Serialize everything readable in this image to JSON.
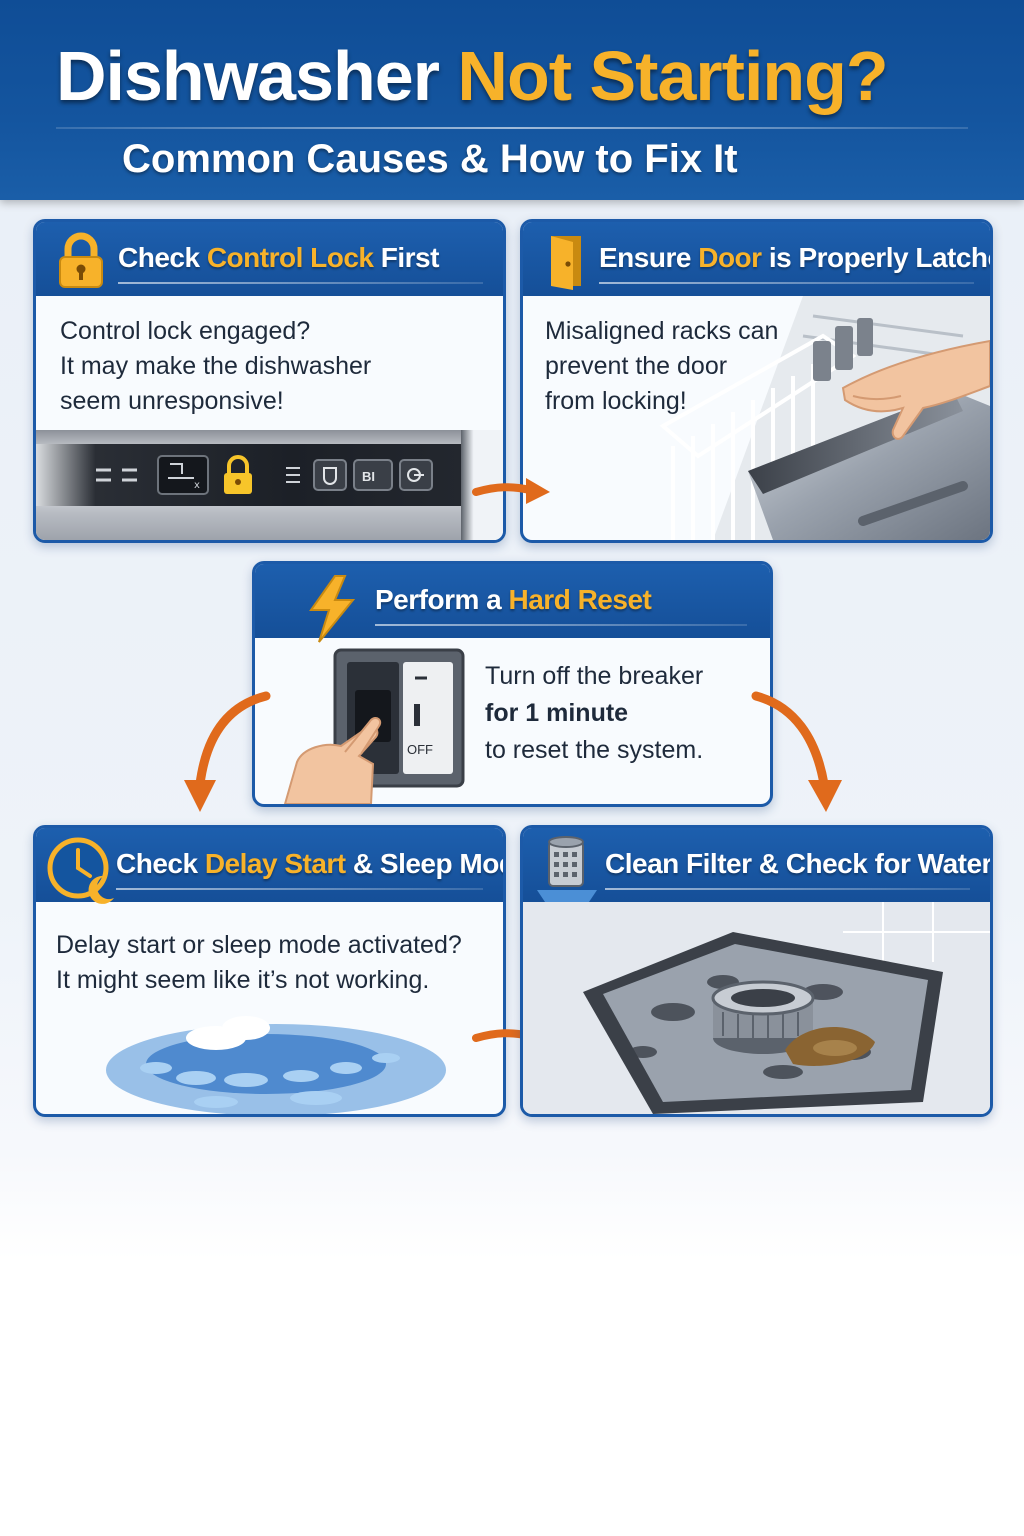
{
  "header": {
    "title_main": "Dishwasher",
    "title_highlight": "Not Starting?",
    "subtitle": "Common Causes & How to Fix It"
  },
  "cards": {
    "control_lock": {
      "title_pre": "Check",
      "title_hl": "Control Lock",
      "title_post": "First",
      "icon": "padlock-icon",
      "lines": [
        "Control lock engaged?",
        "It may make the dishwasher",
        "seem unresponsive!"
      ],
      "panel_label": "BI"
    },
    "door_latch": {
      "title_pre": "Ensure",
      "title_hl": "Door",
      "title_post": "is Properly Latched",
      "icon": "door-icon",
      "lines": [
        "Misaligned racks can",
        "prevent the door",
        "from locking!"
      ]
    },
    "hard_reset": {
      "title_pre": "Perform a",
      "title_hl": "Hard Reset",
      "icon": "lightning-icon",
      "lines": [
        "Turn off the breaker",
        "for 1 minute",
        "to reset the system."
      ],
      "switch_label": "OFF"
    },
    "delay_start": {
      "title_pre": "Check",
      "title_hl": "Delay Start",
      "title_post": "& Sleep Mode",
      "icon": "clock-moon-icon",
      "lines": [
        "Delay start or sleep mode activated?",
        "It might seem like it’s not working."
      ]
    },
    "filter": {
      "title": "Clean Filter & Check for Water",
      "icon": "filter-icon"
    }
  },
  "colors": {
    "brand_blue": "#1c5aa8",
    "accent_yellow": "#f7b22a",
    "arrow_orange": "#e06a1c"
  }
}
